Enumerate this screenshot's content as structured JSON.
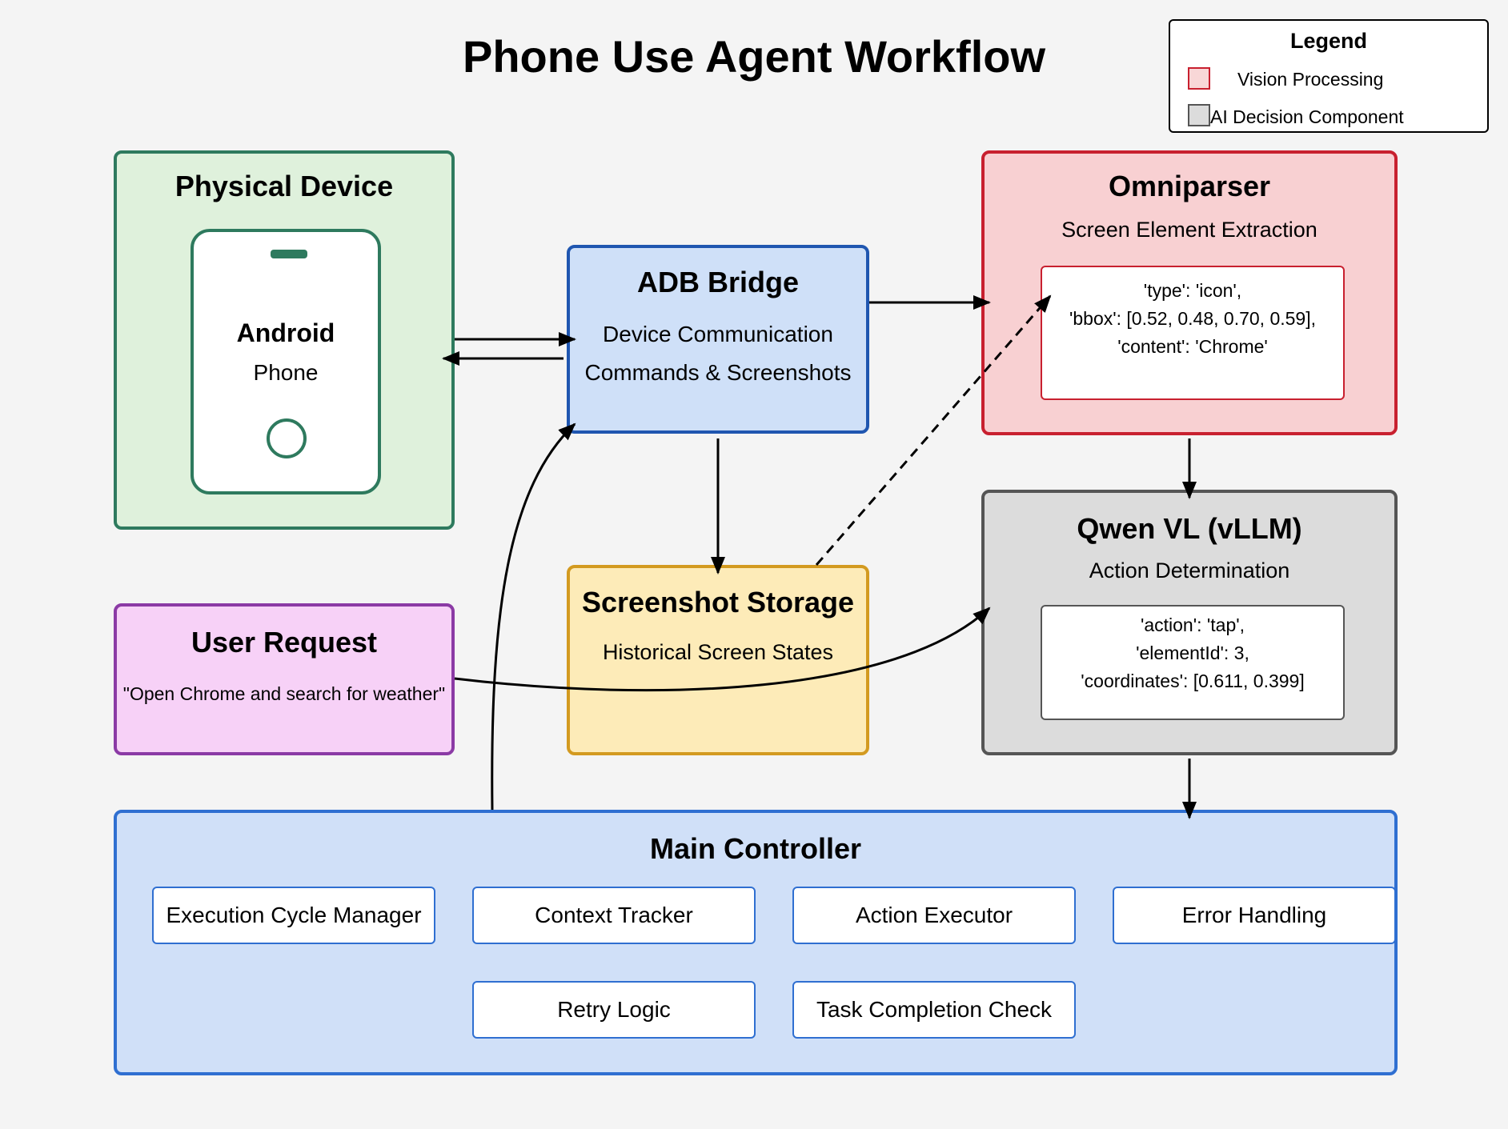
{
  "title": "Phone Use Agent Workflow",
  "legend": {
    "title": "Legend",
    "items": [
      {
        "label": "Vision Processing",
        "color": "#f8d7d7",
        "border": "#c8202f"
      },
      {
        "label": "AI Decision Component",
        "color": "#dcdcdc",
        "border": "#555555"
      }
    ]
  },
  "physical_device": {
    "title": "Physical Device",
    "phone_title": "Android",
    "phone_subtitle": "Phone",
    "fill": "#dff1dc",
    "border": "#2e7a5e"
  },
  "adb_bridge": {
    "title": "ADB Bridge",
    "line1": "Device Communication",
    "line2": "Commands & Screenshots",
    "fill": "#cfe0f8",
    "border": "#1f56b0"
  },
  "omniparser": {
    "title": "Omniparser",
    "subtitle": "Screen Element Extraction",
    "code": [
      "'type': 'icon',",
      "'bbox': [0.52, 0.48, 0.70, 0.59],",
      "'content': 'Chrome'"
    ],
    "fill": "#f8d0d2",
    "border": "#c8202f"
  },
  "screenshot_storage": {
    "title": "Screenshot Storage",
    "subtitle": "Historical Screen States",
    "fill": "#fdebb8",
    "border": "#d39a20"
  },
  "user_request": {
    "title": "User Request",
    "text": "\"Open Chrome and search for weather\"",
    "fill": "#f7d1f7",
    "border": "#8b3aa5"
  },
  "qwen": {
    "title": "Qwen VL (vLLM)",
    "subtitle": "Action Determination",
    "code": [
      "'action': 'tap',",
      "'elementId': 3,",
      "'coordinates': [0.611, 0.399]"
    ],
    "fill": "#dcdcdc",
    "border": "#555555"
  },
  "main_controller": {
    "title": "Main Controller",
    "components": [
      "Execution Cycle Manager",
      "Context Tracker",
      "Action Executor",
      "Error Handling",
      "Retry Logic",
      "Task Completion Check"
    ],
    "fill": "#d0e0f8",
    "border": "#2f6fd1"
  }
}
